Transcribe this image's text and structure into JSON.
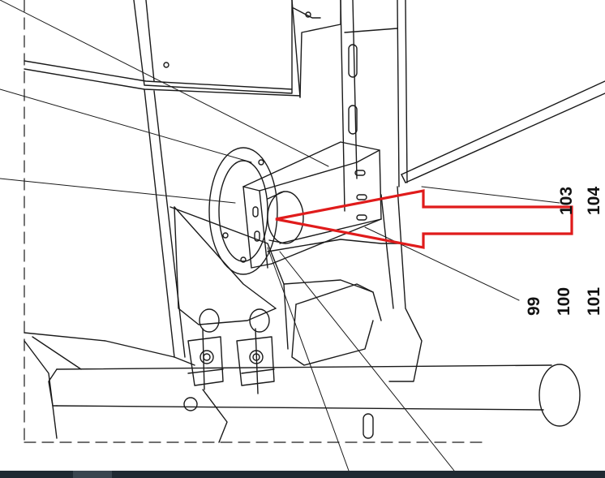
{
  "callouts": {
    "c103": "103",
    "c104": "104",
    "c99": "99",
    "c100": "100",
    "c101": "101"
  },
  "colors": {
    "line": "#1a1a1a",
    "arrow": "#e01b1b",
    "bar": "#1f2a33"
  }
}
